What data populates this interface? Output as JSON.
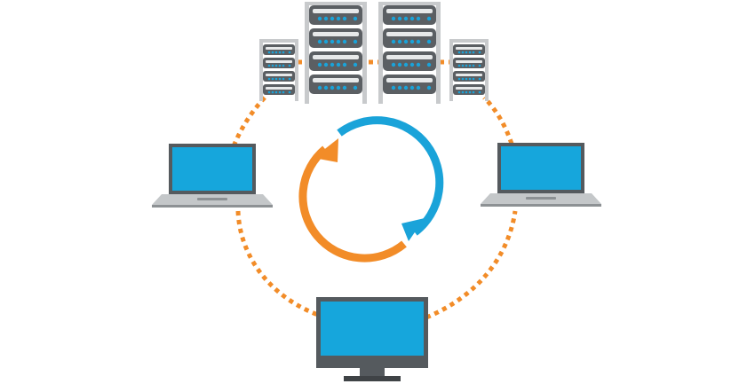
{
  "diagram": {
    "colors": {
      "background": "#ffffff",
      "connection": "#f28c28",
      "cycle_orange": "#f28c28",
      "cycle_blue": "#1aa3d9",
      "screen": "#16a6dc",
      "device_frame": "#555a5e",
      "device_base": "#9fa3a6",
      "rack_frame": "#c8cacc",
      "server_unit": "#5b5f63",
      "server_light": "#1aa3d9"
    },
    "nodes": [
      {
        "name": "server-rack-small-left",
        "kind": "server-rack",
        "units": 4
      },
      {
        "name": "server-rack-large-left",
        "kind": "server-rack",
        "units": 4
      },
      {
        "name": "server-rack-large-right",
        "kind": "server-rack",
        "units": 4
      },
      {
        "name": "server-rack-small-right",
        "kind": "server-rack",
        "units": 4
      },
      {
        "name": "laptop-left",
        "kind": "laptop-icon"
      },
      {
        "name": "laptop-right",
        "kind": "laptop-icon"
      },
      {
        "name": "desktop-monitor",
        "kind": "monitor-icon"
      }
    ],
    "edges": [
      {
        "from": "server-rack-small-left",
        "to": "laptop-left",
        "style": "dotted"
      },
      {
        "from": "laptop-left",
        "to": "desktop-monitor",
        "style": "dotted"
      },
      {
        "from": "desktop-monitor",
        "to": "laptop-right",
        "style": "dotted"
      },
      {
        "from": "laptop-right",
        "to": "server-rack-small-right",
        "style": "dotted"
      },
      {
        "from": "server-rack-small-left",
        "to": "server-rack-small-right",
        "style": "dotted"
      }
    ],
    "center_icon": "sync-cycle-arrows-icon"
  }
}
